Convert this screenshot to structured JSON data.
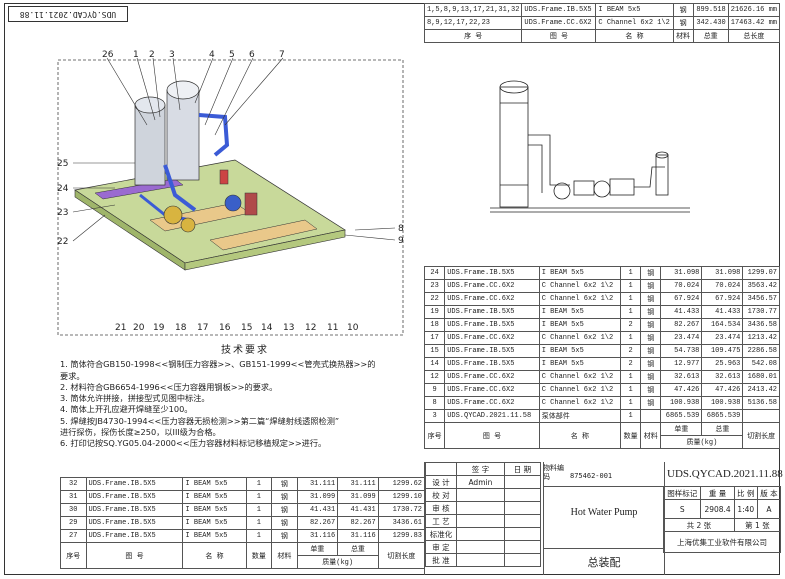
{
  "stamp": "UDS.QYCAD.2021.11.88",
  "top_bom": {
    "rows": [
      [
        "1,5,8,9,13,17,21,31,32",
        "UDS.Frame.IB.5X5",
        "I BEAM 5x5",
        "钢",
        "899.518",
        "21626.16 mm"
      ],
      [
        "8,9,12,17,22,23",
        "UDS.Frame.CC.6X2",
        "C Channel 6x2 1\\2",
        "钢",
        "342.430",
        "17463.42 mm"
      ]
    ],
    "header": [
      "序 号",
      "图 号",
      "名 称",
      "材料",
      "总重",
      "总长度"
    ]
  },
  "main_bom": {
    "rows": [
      [
        "24",
        "UDS.Frame.IB.5X5",
        "I BEAM 5x5",
        "1",
        "钢",
        "31.098",
        "31.098",
        "1299.07"
      ],
      [
        "23",
        "UDS.Frame.CC.6X2",
        "C Channel 6x2 1\\2",
        "1",
        "钢",
        "70.024",
        "70.024",
        "3563.42"
      ],
      [
        "22",
        "UDS.Frame.CC.6X2",
        "C Channel 6x2 1\\2",
        "1",
        "钢",
        "67.924",
        "67.924",
        "3456.57"
      ],
      [
        "19",
        "UDS.Frame.IB.5X5",
        "I BEAM 5x5",
        "1",
        "钢",
        "41.433",
        "41.433",
        "1730.77"
      ],
      [
        "18",
        "UDS.Frame.IB.5X5",
        "I BEAM 5x5",
        "2",
        "钢",
        "82.267",
        "164.534",
        "3436.58"
      ],
      [
        "17",
        "UDS.Frame.CC.6X2",
        "C Channel 6x2 1\\2",
        "1",
        "钢",
        "23.474",
        "23.474",
        "1213.42"
      ],
      [
        "15",
        "UDS.Frame.IB.5X5",
        "I BEAM 5x5",
        "2",
        "钢",
        "54.738",
        "109.475",
        "2286.58"
      ],
      [
        "14",
        "UDS.Frame.IB.5X5",
        "I BEAM 5x5",
        "2",
        "钢",
        "12.977",
        "25.963",
        "542.08"
      ],
      [
        "12",
        "UDS.Frame.CC.6X2",
        "C Channel 6x2 1\\2",
        "1",
        "钢",
        "32.613",
        "32.613",
        "1680.01"
      ],
      [
        "9",
        "UDS.Frame.CC.6X2",
        "C Channel 6x2 1\\2",
        "1",
        "钢",
        "47.426",
        "47.426",
        "2413.42"
      ],
      [
        "8",
        "UDS.Frame.CC.6X2",
        "C Channel 6x2 1\\2",
        "1",
        "钢",
        "100.938",
        "100.938",
        "5136.58"
      ],
      [
        "3",
        "UDS.QYCAD.2021.11.58",
        "泵体部件",
        "1",
        "",
        "6865.539",
        "6865.539",
        ""
      ]
    ],
    "header": [
      "序号",
      "图 号",
      "名 称",
      "数量",
      "材料",
      "单重",
      "总重",
      "切割长度"
    ],
    "header_sub": "质量(kg)"
  },
  "left_bom": {
    "rows": [
      [
        "32",
        "UDS.Frame.IB.5X5",
        "I BEAM 5x5",
        "1",
        "钢",
        "31.111",
        "31.111",
        "1299.62"
      ],
      [
        "31",
        "UDS.Frame.IB.5X5",
        "I BEAM 5x5",
        "1",
        "钢",
        "31.099",
        "31.099",
        "1299.10"
      ],
      [
        "30",
        "UDS.Frame.IB.5X5",
        "I BEAM 5x5",
        "1",
        "钢",
        "41.431",
        "41.431",
        "1730.72"
      ],
      [
        "29",
        "UDS.Frame.IB.5X5",
        "I BEAM 5x5",
        "1",
        "钢",
        "82.267",
        "82.267",
        "3436.61"
      ],
      [
        "27",
        "UDS.Frame.IB.5X5",
        "I BEAM 5x5",
        "1",
        "钢",
        "31.116",
        "31.116",
        "1299.83"
      ]
    ],
    "header": [
      "序号",
      "图 号",
      "名 称",
      "数量",
      "材料",
      "单重",
      "总重",
      "切割长度"
    ],
    "header_sub": "质量(kg)"
  },
  "title_block": {
    "sign_header": [
      "签 字",
      "日 期"
    ],
    "admin": "Admin",
    "roles": [
      "设 计",
      "校 对",
      "审 核",
      "工 艺",
      "标准化",
      "审 定",
      "批 准"
    ],
    "material_label": "物料编码",
    "material_code": "875462-001",
    "drawing_no": "UDS.QYCAD.2021.11.88",
    "product_name": "Hot Water Pump",
    "drawing_title": "总装配",
    "cols": [
      "图样标记",
      "重 量",
      "比 例",
      "版 本"
    ],
    "vals": [
      "S",
      "2908.4",
      "1:40",
      "A"
    ],
    "sheets_total": "共 2 张",
    "sheet_no": "第 1 张",
    "company": "上海优集工业软件有限公司"
  },
  "tech": {
    "title": "技术要求",
    "lines": [
      "1. 筒体符合GB150-1998<<钢制压力容器>>、GB151-1999<<管壳式换热器>>的",
      "要求。",
      "2. 材料符合GB6654-1996<<压力容器用钢板>>的要求。",
      "3. 筒体允许拼接，拼接型式见图中标注。",
      "4. 筒体上开孔应避开焊缝至少100。",
      "5. 焊缝按JB4730-1994<<压力容器无损检测>>第二篇“焊缝射线透照检测”",
      "进行探伤，探伤长度≥250，以III级为合格。",
      "6. 打印记按SQ.YG05.04-2000<<压力容器材料标记移植规定>>进行。"
    ]
  },
  "balloons": {
    "top": [
      "26",
      "1",
      "2",
      "3",
      "4",
      "5",
      "6",
      "7"
    ],
    "left": [
      "25",
      "24",
      "23",
      "22"
    ],
    "right": [
      "8",
      "9"
    ],
    "bottom": [
      "21",
      "20",
      "19",
      "18",
      "17",
      "16",
      "15",
      "14",
      "13",
      "12",
      "11",
      "10"
    ]
  }
}
